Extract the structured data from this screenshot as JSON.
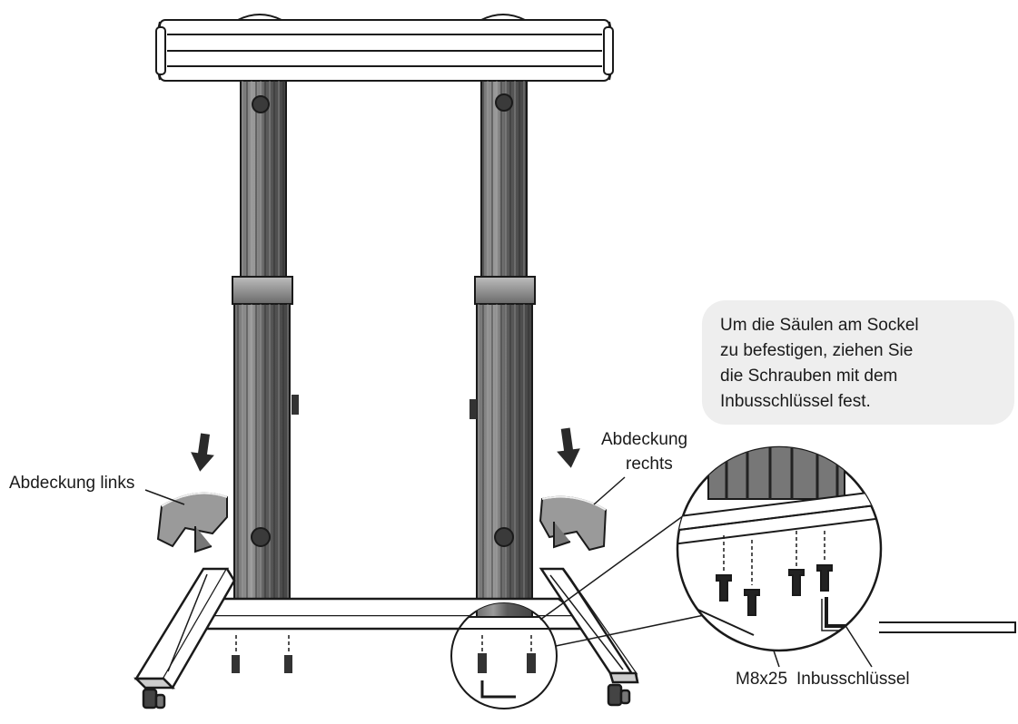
{
  "callout": {
    "lines": [
      "Um die Säulen am Sockel",
      "zu befestigen, ziehen Sie",
      "die Schrauben mit dem",
      "Inbusschlüssel fest."
    ]
  },
  "labels": {
    "cover_left": "Abdeckung links",
    "cover_right_line1": "Abdeckung",
    "cover_right_line2": "rechts",
    "screw": "M8x25",
    "allen_key": "Inbusschlüssel"
  },
  "colors": {
    "line": "#1a1a1a",
    "column_dark": "#5a5a5a",
    "column_mid": "#8a8a8a",
    "callout_bg": "#eeeeee"
  }
}
